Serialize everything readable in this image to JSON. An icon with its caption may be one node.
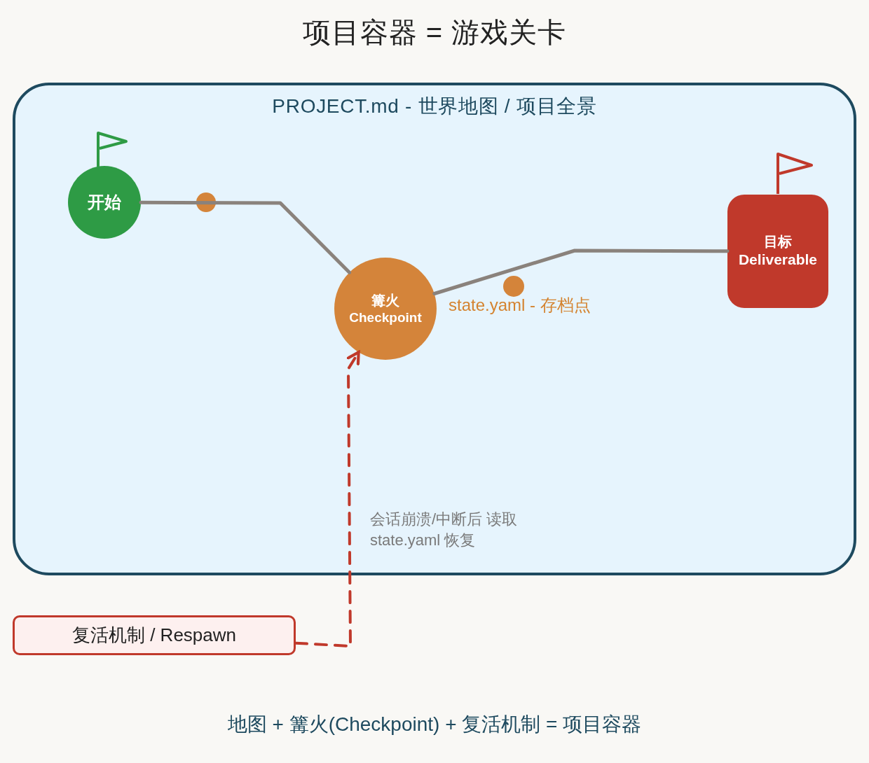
{
  "diagram": {
    "title": "项目容器 = 游戏关卡",
    "caption": "地图 + 篝火(Checkpoint) + 复活机制 = 项目容器",
    "nodes": [
      {
        "text": [
          "PROJECT.md - 世界地图 / 项目全景"
        ]
      },
      {
        "text": [
          "开始"
        ],
        "in": 0
      },
      {
        "text": [
          "篝火",
          "Checkpoint"
        ],
        "in": 0
      },
      {
        "text": [
          "目标",
          "Deliverable"
        ],
        "in": 0
      },
      {
        "text": [
          "复活机制 / Respawn"
        ]
      }
    ],
    "edges": [
      {
        "from": 1,
        "to": 2,
        "arrow": "none"
      },
      {
        "from": 2,
        "to": 3,
        "arrow": "none",
        "label": "state.yaml - 存档点"
      },
      {
        "from": 4,
        "to": 2,
        "arrow": "to",
        "style": "dashed",
        "color": "#c0392b",
        "label": "会话崩溃/中断后 读取 state.yaml 恢复"
      }
    ]
  }
}
